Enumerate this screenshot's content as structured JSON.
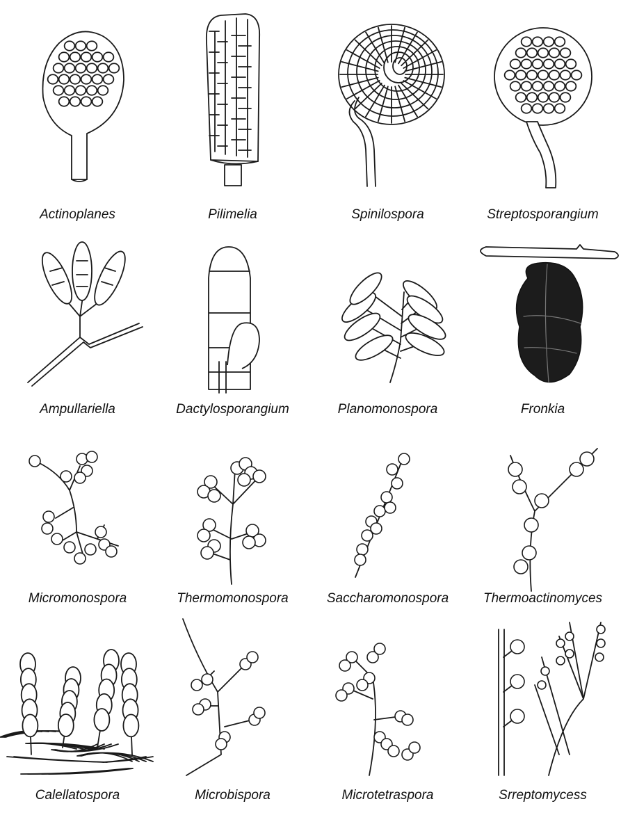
{
  "rows": [
    [
      "Actinoplanes",
      "Pilimelia",
      "Spinilospora",
      "Streptosporangium"
    ],
    [
      "Ampullariella",
      "Dactylosporangium",
      "Planomonospora",
      "Fronkia"
    ],
    [
      "Micromonospora",
      "Thermomonospora",
      "Saccharomonospora",
      "Thermoactinomyces"
    ],
    [
      "Calellatospora",
      "Microbispora",
      "Microtetraspora",
      "Srreptomycess"
    ]
  ]
}
